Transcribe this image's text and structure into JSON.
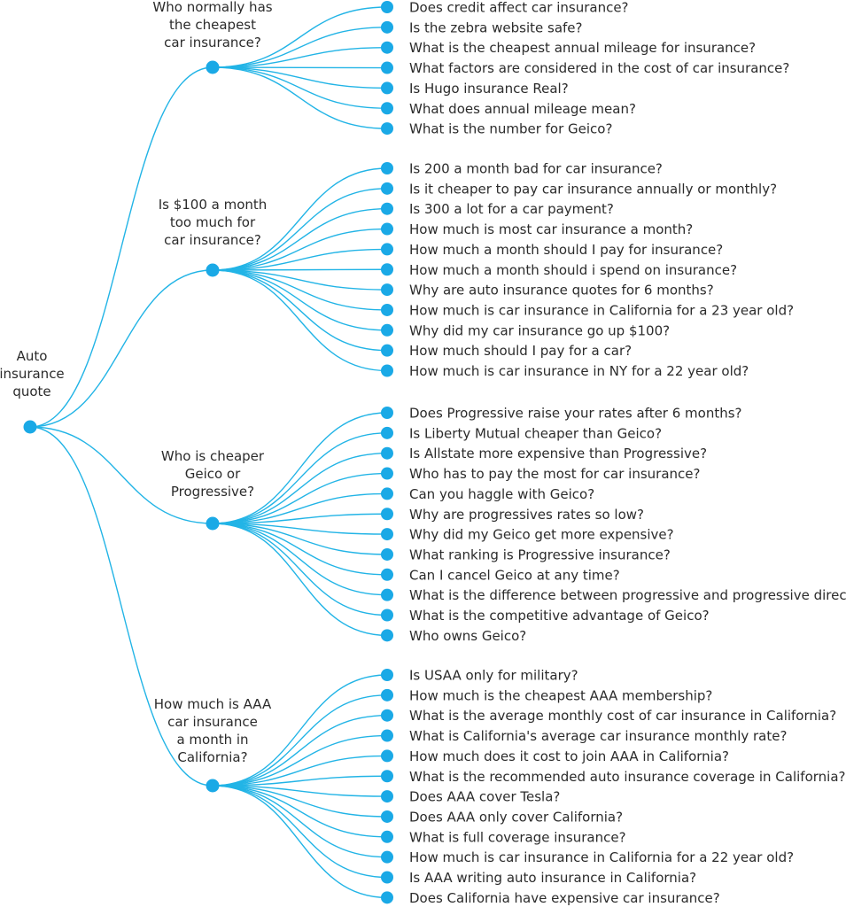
{
  "root": {
    "label": [
      "Auto",
      "insurance",
      "quote"
    ]
  },
  "colors": {
    "link": "#22b4e6",
    "node": "#1aa9e6",
    "text": "#2b2b2b"
  },
  "branches": [
    {
      "label": [
        "Who normally has",
        "the cheapest",
        "car insurance?"
      ],
      "questions": [
        "Does credit affect car insurance?",
        "Is the zebra website safe?",
        "What is the cheapest annual mileage for insurance?",
        "What factors are considered in the cost of car insurance?",
        "Is Hugo insurance Real?",
        "What does annual mileage mean?",
        "What is the number for Geico?"
      ]
    },
    {
      "label": [
        "Is $100 a month",
        "too much for",
        "car insurance?"
      ],
      "questions": [
        "Is 200 a month bad for car insurance?",
        "Is it cheaper to pay car insurance annually or monthly?",
        "Is 300 a lot for a car payment?",
        "How much is most car insurance a month?",
        "How much a month should I pay for insurance?",
        "How much a month should i spend on insurance?",
        "Why are auto insurance quotes for 6 months?",
        "How much is car insurance in California for a 23 year old?",
        "Why did my car insurance go up $100?",
        "How much should I pay for a car?",
        "How much is car insurance in NY for a 22 year old?"
      ]
    },
    {
      "label": [
        "Who is cheaper",
        "Geico or",
        "Progressive?"
      ],
      "questions": [
        "Does Progressive raise your rates after 6 months?",
        "Is Liberty Mutual cheaper than Geico?",
        "Is Allstate more expensive than Progressive?",
        "Who has to pay the most for car insurance?",
        "Can you haggle with Geico?",
        "Why are progressives rates so low?",
        "Why did my Geico get more expensive?",
        "What ranking is Progressive insurance?",
        "Can I cancel Geico at any time?",
        "What is the difference between progressive and progressive direct?",
        "What is the competitive advantage of Geico?",
        "Who owns Geico?"
      ]
    },
    {
      "label": [
        "How much is AAA",
        "car insurance",
        "a month in",
        "California?"
      ],
      "questions": [
        "Is USAA only for military?",
        "How much is the cheapest AAA membership?",
        "What is the average monthly cost of car insurance in California?",
        "What is California's average car insurance monthly rate?",
        "How much does it cost to join AAA in California?",
        "What is the recommended auto insurance coverage in California?",
        "Does AAA cover Tesla?",
        "Does AAA only cover California?",
        "What is full coverage insurance?",
        "How much is car insurance in California for a 22 year old?",
        "Is AAA writing auto insurance in California?",
        "Does California have expensive car insurance?"
      ]
    }
  ]
}
